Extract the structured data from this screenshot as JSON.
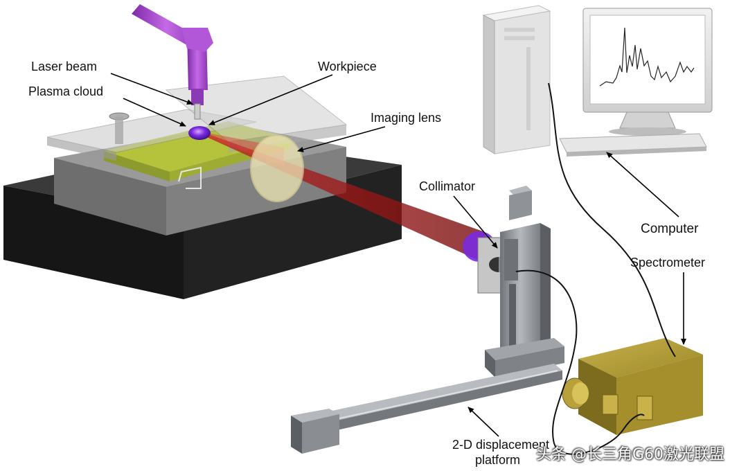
{
  "labels": {
    "laser_beam": "Laser beam",
    "plasma_cloud": "Plasma cloud",
    "workpiece": "Workpiece",
    "imaging_lens": "Imaging lens",
    "collimator": "Collimator",
    "computer": "Computer",
    "spectrometer": "Spectrometer",
    "platform_line1": "2-D displacement",
    "platform_line2": "platform"
  },
  "watermark": "头条 @长三角G60激光联盟",
  "colors": {
    "laser_head": "#a24bd0",
    "beam": "#b01515",
    "plasma": "#6a1bd6",
    "workpiece": "#b8c832",
    "base_dark": "#1c1c1c",
    "spectrometer": "#a9922e",
    "stage_metal": "#8f9296"
  }
}
